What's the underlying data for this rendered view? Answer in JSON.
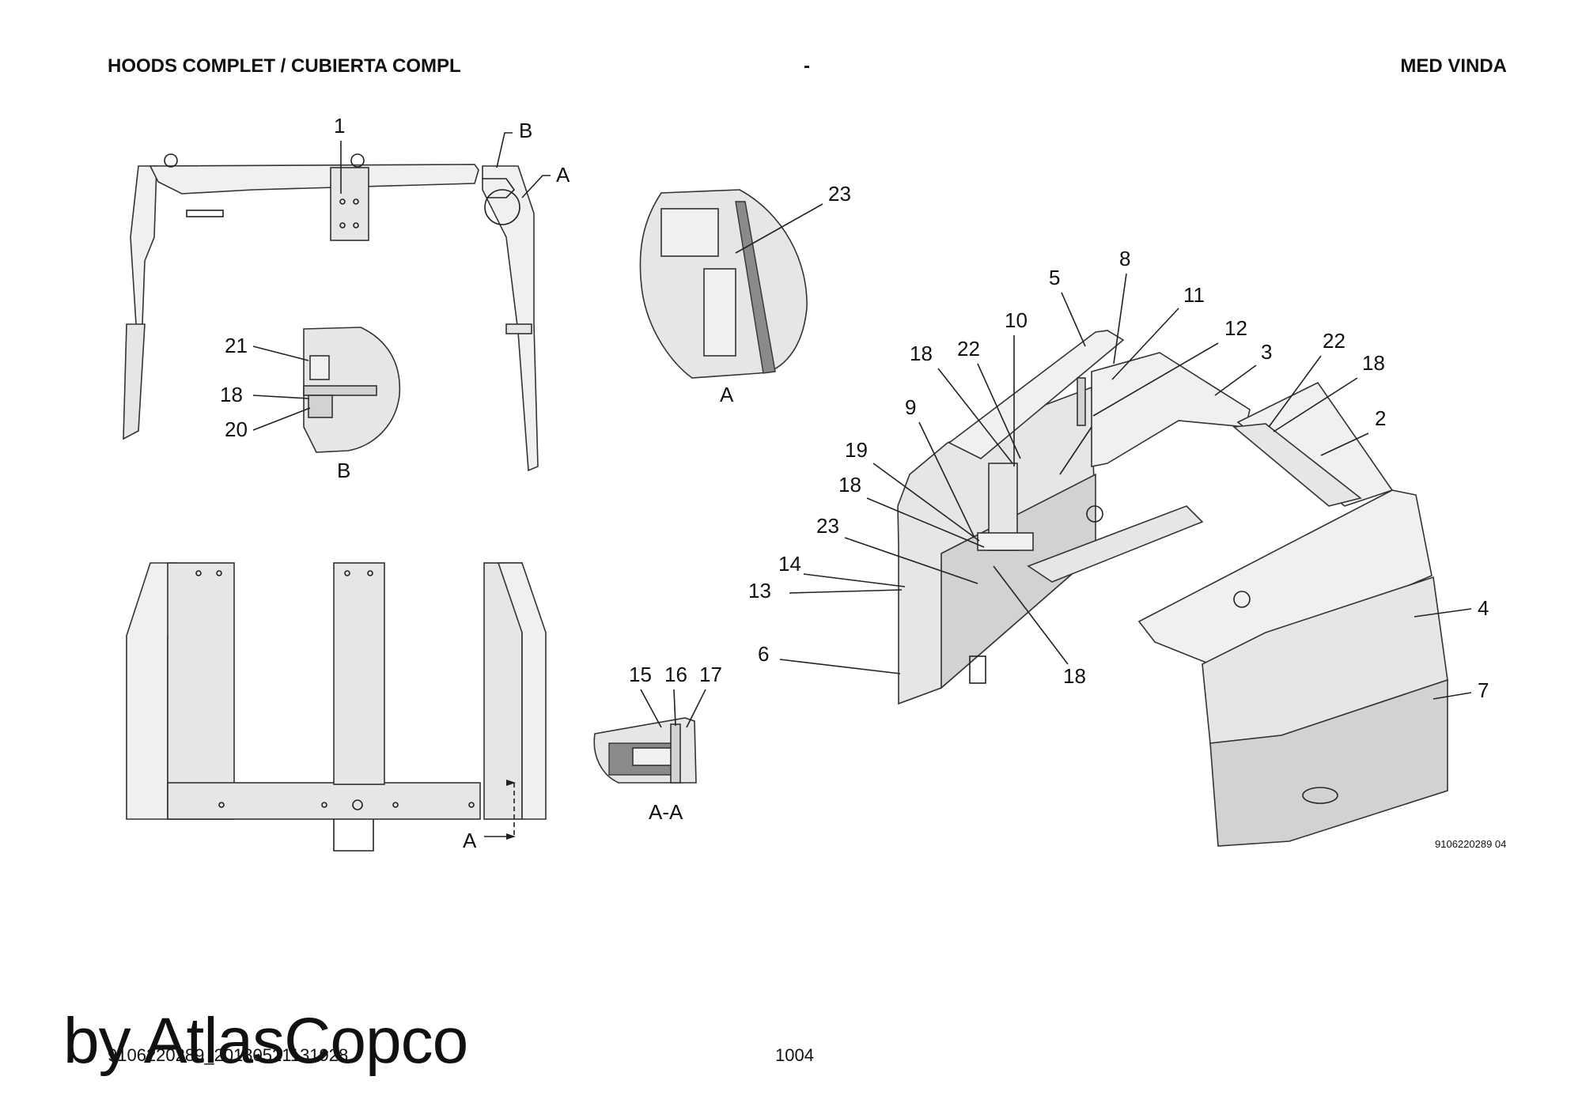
{
  "header": {
    "left": "HOODS COMPLET / CUBIERTA COMPL",
    "middle": "-",
    "right": "MED VINDA"
  },
  "callouts": {
    "top_view": {
      "item1": "1",
      "detail_b": "B",
      "detail_a": "A"
    },
    "detail_b": {
      "n21": "21",
      "n18": "18",
      "n20": "20",
      "caption": "B"
    },
    "detail_a": {
      "n23": "23",
      "caption": "A"
    },
    "bottom_view": {
      "section": "A"
    },
    "section_aa": {
      "n15": "15",
      "n16": "16",
      "n17": "17",
      "caption": "A-A"
    },
    "iso": {
      "n5": "5",
      "n8": "8",
      "n10": "10",
      "n11": "11",
      "n12": "12",
      "n3": "3",
      "n22a": "22",
      "n18a": "18",
      "n22b": "22",
      "n18b": "18",
      "n2": "2",
      "n9": "9",
      "n19": "19",
      "n18c": "18",
      "n23": "23",
      "n14": "14",
      "n13": "13",
      "n6": "6",
      "n18d": "18",
      "n4": "4",
      "n7": "7"
    }
  },
  "drawing_ref": "9106220289 04",
  "footer": {
    "code": "9106220289_20180521131928",
    "page": "1004"
  },
  "watermark": "by AtlasCopco"
}
